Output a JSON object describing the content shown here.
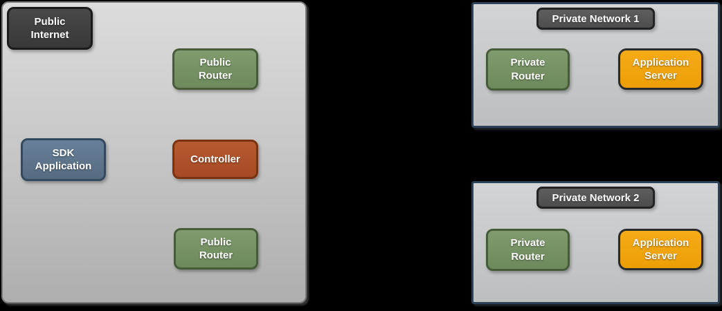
{
  "diagram": {
    "public_zone": {
      "nodes": {
        "public_internet": "Public Internet",
        "public_router_top": "Public Router",
        "sdk_application": "SDK Application",
        "controller": "Controller",
        "public_router_bottom": "Public Router"
      }
    },
    "private_networks": [
      {
        "title": "Private Network 1",
        "nodes": {
          "private_router": "Private Router",
          "application_server": "Application Server"
        }
      },
      {
        "title": "Private Network 2",
        "nodes": {
          "private_router": "Private Router",
          "application_server": "Application Server"
        }
      }
    ],
    "colors": {
      "page_background": "#000000",
      "public_zone_fill_top": "#dcdcdc",
      "public_zone_fill_bottom": "#aeaeae",
      "public_zone_border": "#7a7a7a",
      "private_zone_fill_top": "#d2d4d6",
      "private_zone_fill_bottom": "#bcbec0",
      "private_zone_border": "#2a4158",
      "node_dark_fill": "#3f3f3f",
      "node_dark_border": "#1b1b1b",
      "network_label_fill": "#555555",
      "network_label_border": "#222222",
      "node_green_fill": "#779365",
      "node_green_border": "#465c38",
      "node_blue_fill": "#5f7589",
      "node_blue_border": "#33495d",
      "node_rust_fill": "#ae5129",
      "node_rust_border": "#7a3210",
      "node_orange_fill": "#f1a40e",
      "node_orange_border": "#2a2a2a",
      "node_text": "#ffffff"
    }
  }
}
